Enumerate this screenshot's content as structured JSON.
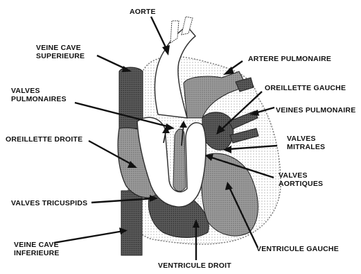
{
  "diagram": {
    "labels": {
      "aorte": "AORTE",
      "veine_cave_sup_1": "VEINE CAVE",
      "veine_cave_sup_2": "SUPERIEURE",
      "artere_pulmonaire": "ARTERE PULMONAIRE",
      "oreillette_gauche": "OREILLETTE  GAUCHE",
      "valves_pulm_1": "VALVES",
      "valves_pulm_2": "PULMONAIRES",
      "veines_pulmonaire": "VEINES PULMONAIRE",
      "oreillette_droite": "OREILLETTE  DROITE",
      "valves_mitrales_1": "VALVES",
      "valves_mitrales_2": "MITRALES",
      "valves_aortiques_1": "VALVES",
      "valves_aortiques_2": "AORTIQUES",
      "valves_tricuspids": "VALVES  TRICUSPIDS",
      "veine_cave_inf_1": "VEINE CAVE",
      "veine_cave_inf_2": "INFERIEURE",
      "ventricule_gauche": "VENTRICULE GAUCHE",
      "ventricule_droit": "VENTRICULE DROIT"
    }
  }
}
